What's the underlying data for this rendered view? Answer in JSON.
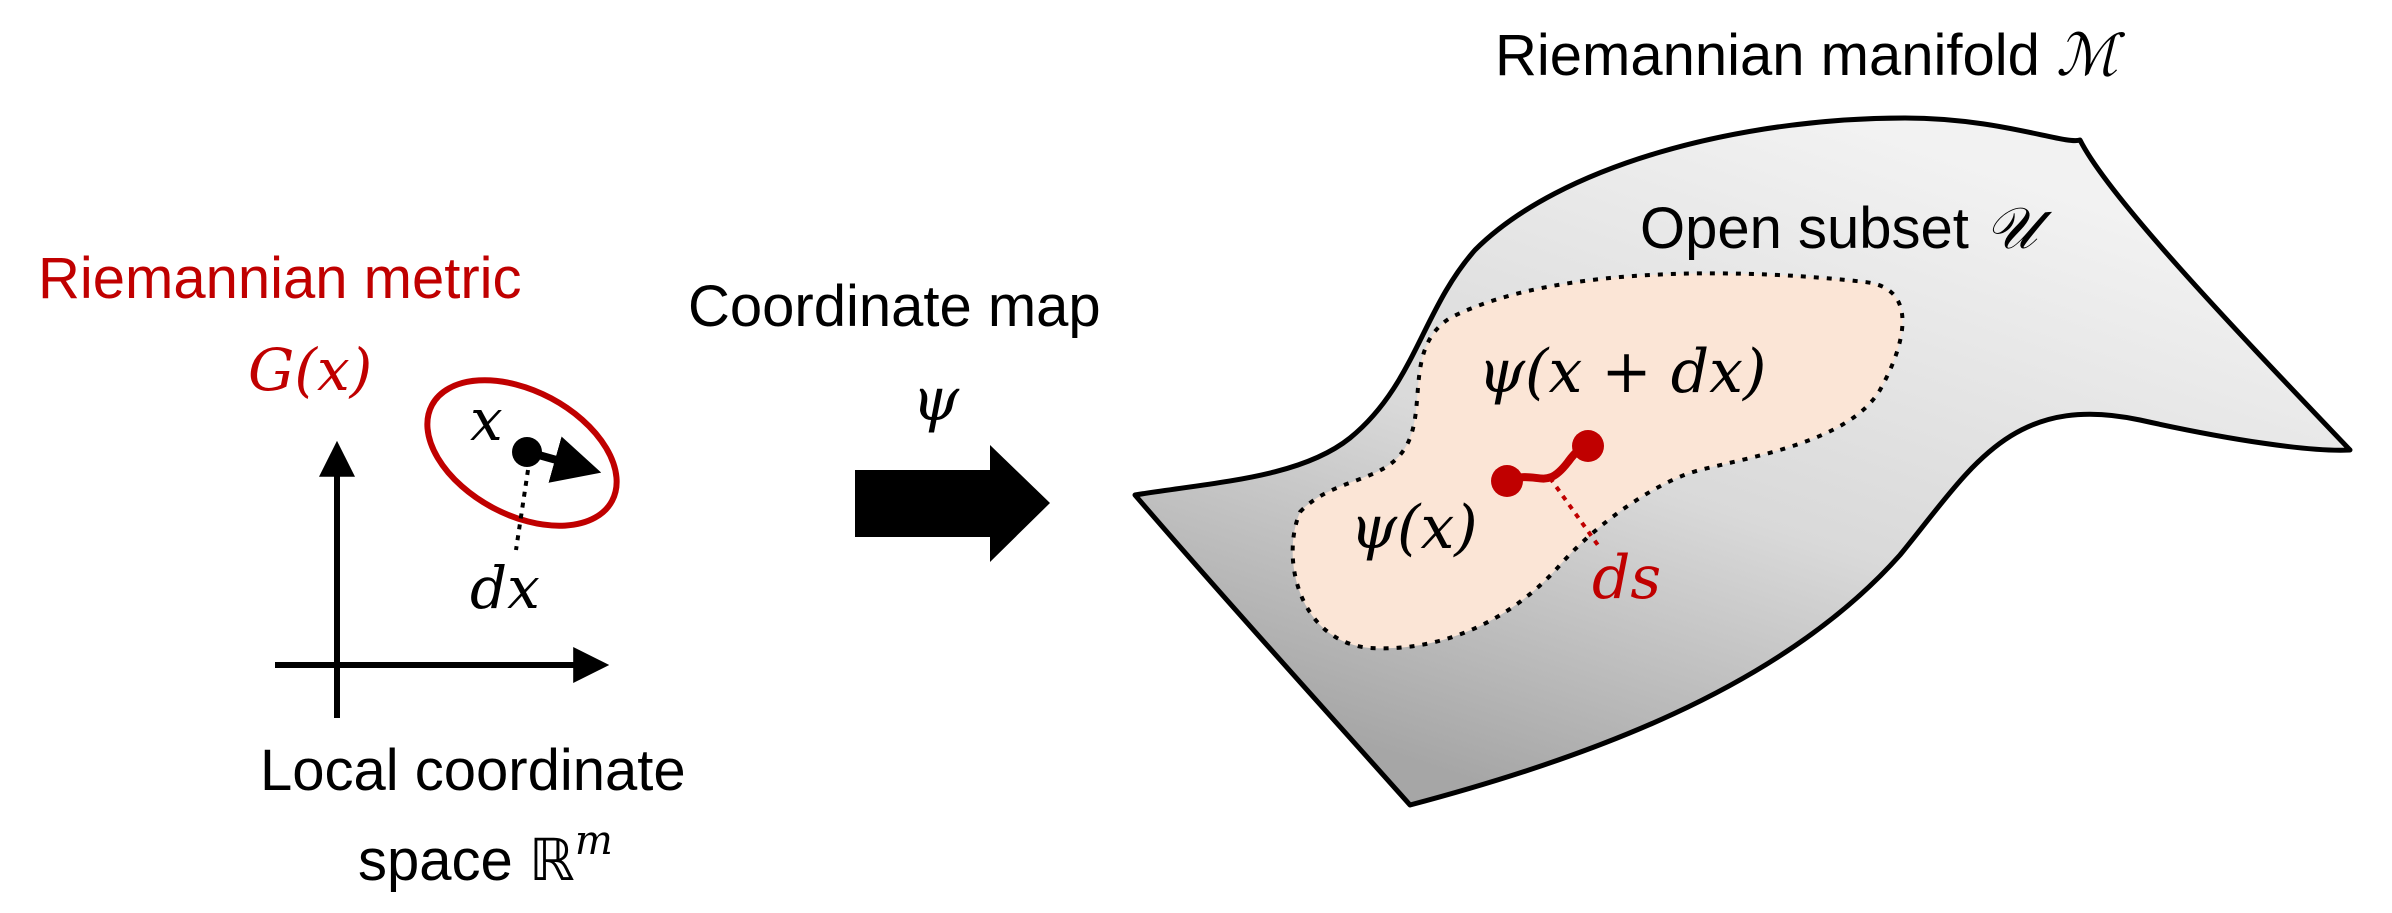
{
  "colors": {
    "accent_red": "#C00000",
    "manifold_fill_light": "#F2F2F2",
    "manifold_fill_dark": "#A6A6A6",
    "subset_fill": "#FBE5D6",
    "ink": "#000000"
  },
  "left": {
    "metric_label": "Riemannian metric",
    "metric_symbol": "G(x)",
    "point_label": "x",
    "displacement_label": "dx",
    "space_caption_line1": "Local coordinate",
    "space_caption_line2_text": "space ",
    "space_caption_symbol": "ℝ",
    "space_caption_exponent": "m"
  },
  "middle": {
    "map_label": "Coordinate map",
    "map_symbol": "ψ"
  },
  "right": {
    "manifold_label_text": "Riemannian manifold ",
    "manifold_symbol": "ℳ",
    "subset_label_text": "Open subset ",
    "subset_symbol": "𝒰",
    "image_point_label": "ψ(x)",
    "image_displaced_label": "ψ(x + dx)",
    "line_element_label": "ds"
  }
}
